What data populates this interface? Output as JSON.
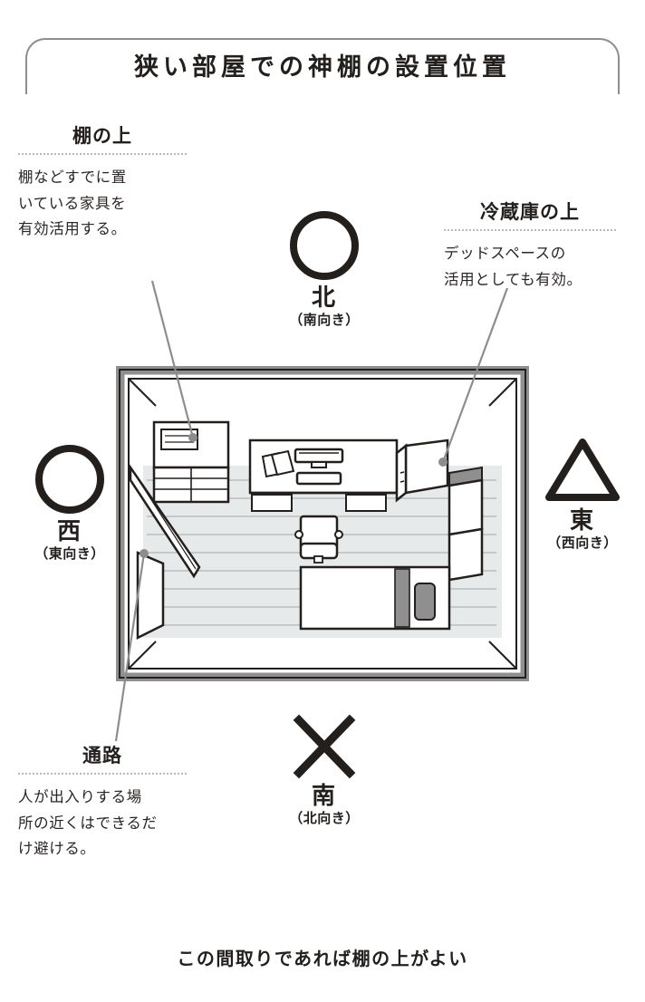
{
  "title": "狭い部屋での神棚の設置位置",
  "caption": "この間取りであれば棚の上がよい",
  "annotations": {
    "shelf": {
      "heading": "棚の上",
      "body_lines": [
        "棚などすでに置",
        "いている家具を",
        "有効活用する。"
      ]
    },
    "fridge": {
      "heading": "冷蔵庫の上",
      "body_lines": [
        "デッドスペースの",
        "活用としても有効。"
      ]
    },
    "aisle": {
      "heading": "通路",
      "body_lines": [
        "人が出入りする場",
        "所の近くはできるだ",
        "け避ける。"
      ]
    }
  },
  "compass": {
    "north": {
      "symbol": "circle",
      "kanji": "北",
      "facing": "（南向き）"
    },
    "west": {
      "symbol": "circle",
      "kanji": "西",
      "facing": "（東向き）"
    },
    "east": {
      "symbol": "triangle",
      "kanji": "東",
      "facing": "（西向き）"
    },
    "south": {
      "symbol": "cross",
      "kanji": "南",
      "facing": "（北向き）"
    }
  },
  "room": {
    "furniture": [
      "shelf-unit",
      "desk",
      "monitor",
      "keyboard",
      "papers",
      "office-chair",
      "refrigerator",
      "bed",
      "pillow",
      "window",
      "entrance-door",
      "closet-door"
    ]
  },
  "colors": {
    "ink": "#231f1d",
    "wall": "#9a9a9a",
    "floor": "#e7eaea",
    "rule": "#b9b9b9",
    "card_border": "#8e8e8e"
  }
}
